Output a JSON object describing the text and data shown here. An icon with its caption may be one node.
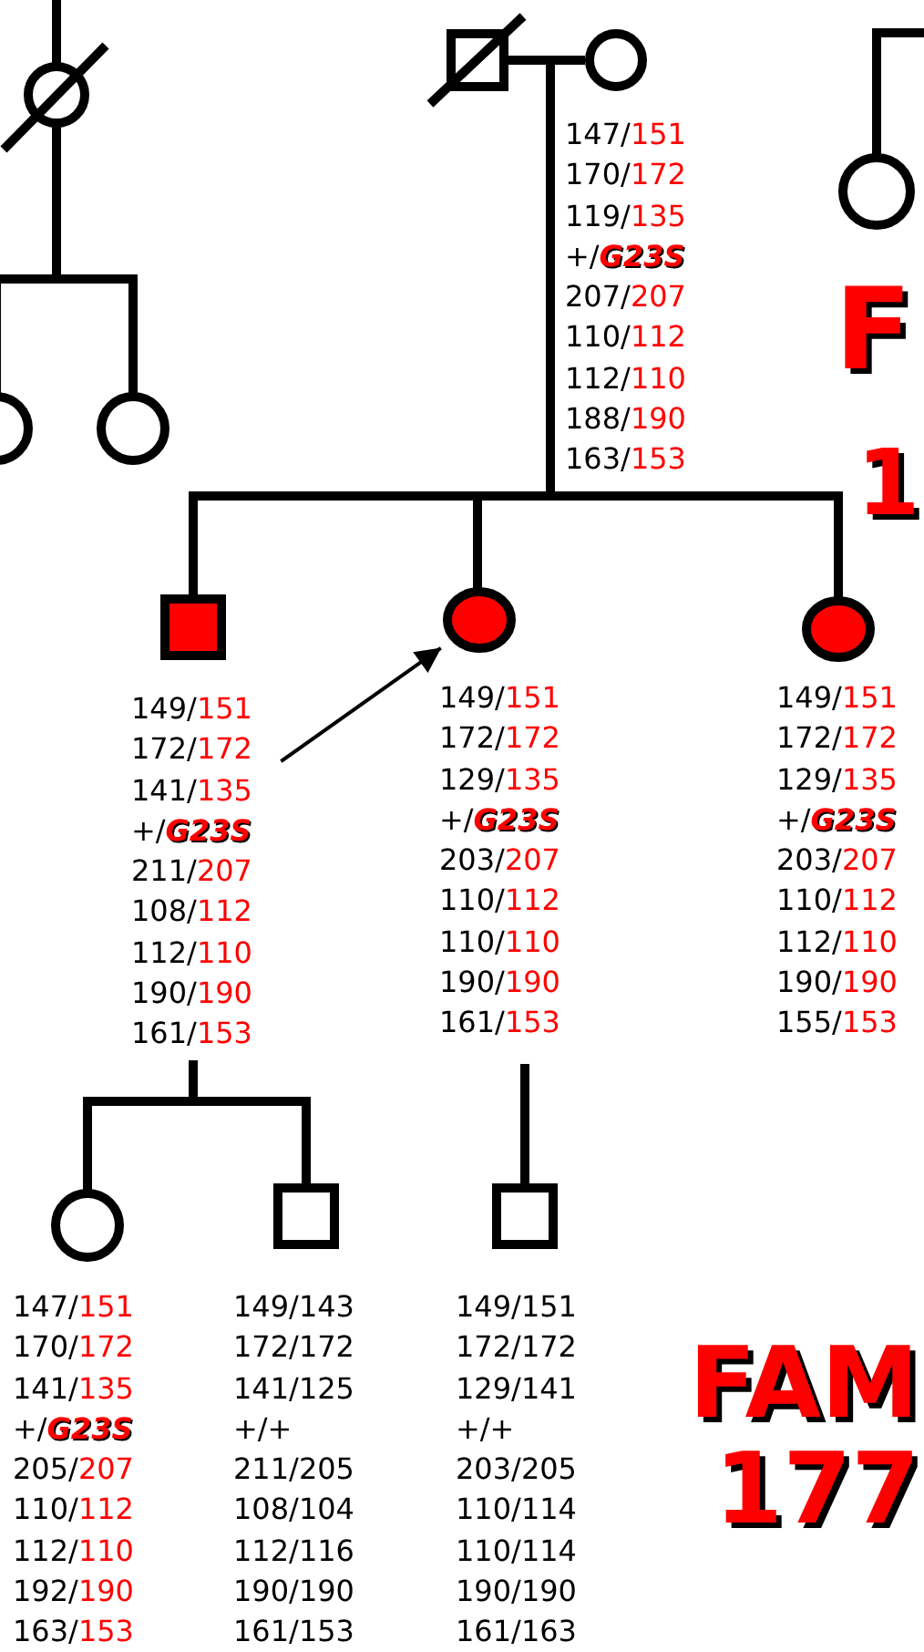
{
  "diagram": {
    "nodes": [
      {
        "text": [],
        "shape": "circle"
      },
      {
        "text": [],
        "shape": "circle"
      },
      {
        "text": [],
        "shape": "circle"
      },
      {
        "text": [],
        "shape": "box"
      },
      {
        "text": [],
        "shape": "circle",
        "beside": [
          "147/151",
          "170/172",
          "119/135",
          "+/**G23S**",
          "207/207",
          "110/112",
          "112/110",
          "188/190",
          "163/153"
        ]
      },
      {
        "text": [],
        "shape": "circle"
      },
      {
        "text": [],
        "shape": "box",
        "beside": [
          "149/151",
          "172/172",
          "141/135",
          "+/**G23S**",
          "211/207",
          "108/112",
          "112/110",
          "190/190",
          "161/153"
        ]
      },
      {
        "text": [],
        "shape": "circle",
        "beside": [
          "149/151",
          "172/172",
          "129/135",
          "+/**G23S**",
          "203/207",
          "110/112",
          "110/110",
          "190/190",
          "161/153"
        ]
      },
      {
        "text": [],
        "shape": "circle",
        "beside": [
          "149/151",
          "172/172",
          "129/135",
          "+/**G23S**",
          "203/207",
          "110/112",
          "112/110",
          "190/190",
          "155/153"
        ]
      },
      {
        "text": [],
        "shape": "circle",
        "beside": [
          "147/151",
          "170/172",
          "141/135",
          "+/**G23S**",
          "205/207",
          "110/112",
          "112/110",
          "192/190",
          "163/153"
        ]
      },
      {
        "text": [],
        "shape": "box",
        "beside": [
          "149/143",
          "172/172",
          "141/125",
          "+/+",
          "211/205",
          "108/104",
          "112/116",
          "190/190",
          "161/153"
        ]
      },
      {
        "text": [],
        "shape": "box",
        "beside": [
          "149/151",
          "172/172",
          "129/141",
          "+/+",
          "203/205",
          "110/114",
          "110/114",
          "190/190",
          "161/163"
        ]
      }
    ],
    "edges": [
      {
        "from": null,
        "to": 0,
        "arrow": "none"
      },
      {
        "from": 0,
        "to": 1,
        "arrow": "none"
      },
      {
        "from": 0,
        "to": 2,
        "arrow": "none"
      },
      {
        "from": 3,
        "to": 4,
        "arrow": "none"
      },
      {
        "from": 3,
        "to": 6,
        "arrow": "none"
      },
      {
        "from": 3,
        "to": 7,
        "arrow": "none"
      },
      {
        "from": 3,
        "to": 8,
        "arrow": "none"
      },
      {
        "from": 4,
        "to": 6,
        "arrow": "none"
      },
      {
        "from": 4,
        "to": 7,
        "arrow": "none"
      },
      {
        "from": 4,
        "to": 8,
        "arrow": "none"
      },
      {
        "from": null,
        "to": 5,
        "arrow": "none"
      },
      {
        "from": 6,
        "to": 9,
        "arrow": "none"
      },
      {
        "from": 6,
        "to": 10,
        "arrow": "none"
      },
      {
        "from": 7,
        "to": 11,
        "arrow": "none"
      },
      {
        "from": null,
        "to": 7,
        "arrow": "to"
      }
    ],
    "labels": [
      "F",
      "1",
      "FAM",
      "177"
    ]
  }
}
